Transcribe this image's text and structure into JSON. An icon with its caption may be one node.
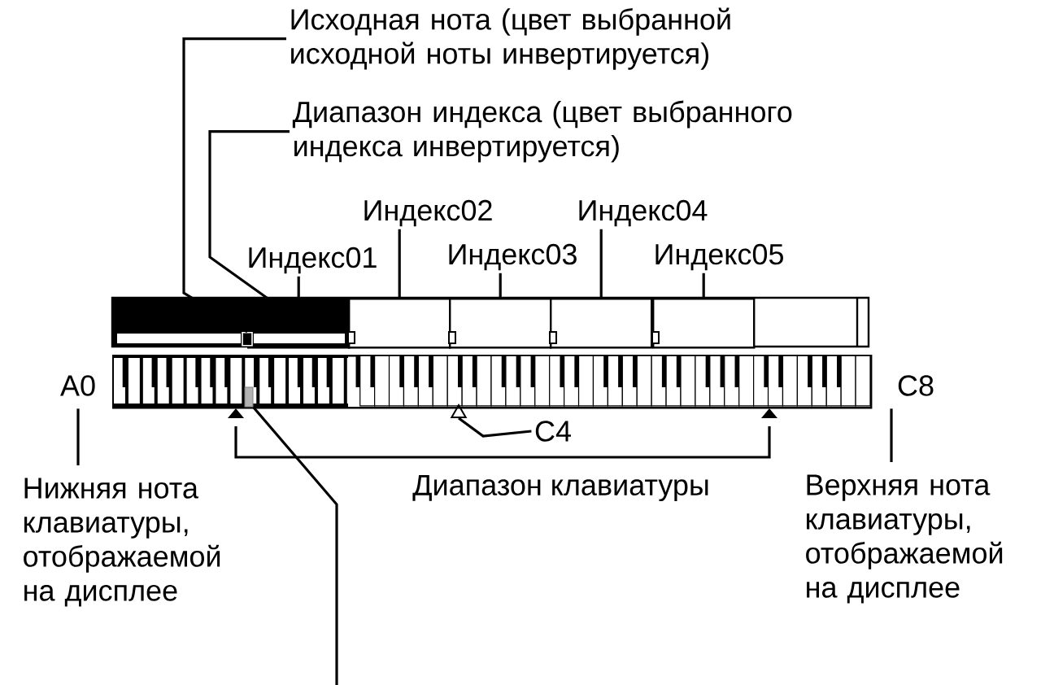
{
  "diagram": {
    "nodes": [
      {
        "text": [
          "Исходная нота (цвет выбранной исходной ноты инвертируется)"
        ]
      },
      {
        "text": [
          "Диапазон индекса (цвет выбранного индекса инвертируется)"
        ]
      },
      {
        "text": [
          "Индекс01"
        ]
      },
      {
        "text": [
          "Индекс02"
        ]
      },
      {
        "text": [
          "Индекс03"
        ]
      },
      {
        "text": [
          "Индекс04"
        ]
      },
      {
        "text": [
          "Индекс05"
        ]
      },
      {
        "text": [
          "A0"
        ]
      },
      {
        "text": [
          "C8"
        ]
      },
      {
        "text": [
          "C4"
        ]
      },
      {
        "text": [
          "Нижняя нота клавиатуры, отображаемой на дисплее"
        ]
      },
      {
        "text": [
          "Верхняя нота клавиатуры, отображаемой на дисплее"
        ]
      },
      {
        "text": [],
        "shape": "box"
      },
      {
        "text": [],
        "shape": "box"
      },
      {
        "text": [],
        "shape": "box"
      },
      {
        "text": [],
        "shape": "box"
      },
      {
        "text": [],
        "shape": "box"
      },
      {
        "text": [],
        "shape": "picture"
      },
      {
        "text": [],
        "shape": "box"
      },
      {
        "text": [],
        "shape": "triangle"
      },
      {
        "text": [],
        "shape": "box",
        "in": 17
      }
    ],
    "edges": [
      {
        "from": 0,
        "to": 18,
        "arrow": "none"
      },
      {
        "from": 1,
        "to": 12,
        "arrow": "none"
      },
      {
        "from": 2,
        "to": 12,
        "arrow": "none"
      },
      {
        "from": 3,
        "to": 13,
        "arrow": "none"
      },
      {
        "from": 4,
        "to": 14,
        "arrow": "none"
      },
      {
        "from": 5,
        "to": 15,
        "arrow": "none"
      },
      {
        "from": 6,
        "to": 16,
        "arrow": "none"
      },
      {
        "from": 7,
        "to": 10,
        "arrow": "none"
      },
      {
        "from": 8,
        "to": 11,
        "arrow": "none"
      },
      {
        "from": 9,
        "to": 19,
        "arrow": "none"
      },
      {
        "from": 20,
        "to": null,
        "arrow": "none"
      }
    ],
    "labels": [
      "Диапазон клавиатуры"
    ]
  }
}
